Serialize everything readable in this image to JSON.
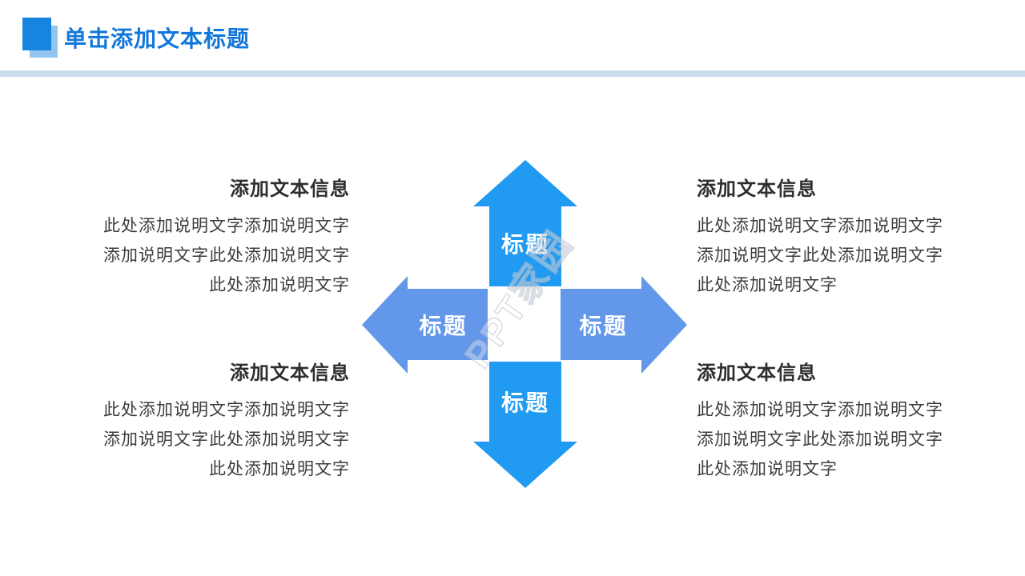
{
  "header": {
    "title": "单击添加文本标题"
  },
  "colors": {
    "header_square": "#1784DF",
    "header_square_shadow": "#92C6F1",
    "title_blue": "#1277DB",
    "divider": "#CBDCEF",
    "vertical_arrow": "#219BF2",
    "horizontal_arrow": "#6397E9",
    "heading_text": "#2E2E2E",
    "body_text": "#3C3C3C"
  },
  "diagram": {
    "arrows": [
      {
        "direction": "up",
        "label": "标题"
      },
      {
        "direction": "left",
        "label": "标题"
      },
      {
        "direction": "right",
        "label": "标题"
      },
      {
        "direction": "down",
        "label": "标题"
      }
    ],
    "watermark": "PPT家园"
  },
  "blocks": [
    {
      "position": "top-left",
      "heading": "添加文本信息",
      "lines": [
        "此处添加说明文字添加说明文字",
        "添加说明文字此处添加说明文字",
        "此处添加说明文字"
      ]
    },
    {
      "position": "top-right",
      "heading": "添加文本信息",
      "lines": [
        "此处添加说明文字添加说明文字",
        "添加说明文字此处添加说明文字",
        "此处添加说明文字"
      ]
    },
    {
      "position": "bottom-left",
      "heading": "添加文本信息",
      "lines": [
        "此处添加说明文字添加说明文字",
        "添加说明文字此处添加说明文字",
        "此处添加说明文字"
      ]
    },
    {
      "position": "bottom-right",
      "heading": "添加文本信息",
      "lines": [
        "此处添加说明文字添加说明文字",
        "添加说明文字此处添加说明文字",
        "此处添加说明文字"
      ]
    }
  ]
}
